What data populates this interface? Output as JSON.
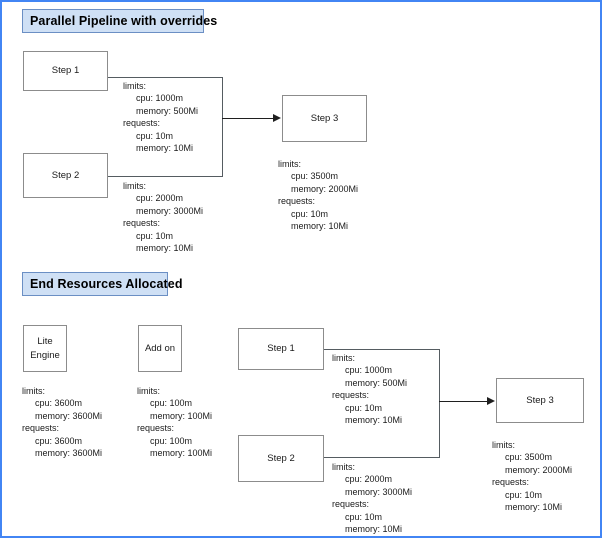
{
  "page": {
    "border_color": "#4285f4",
    "background": "#ffffff"
  },
  "sections": [
    {
      "id": "parallel-pipeline",
      "banner": {
        "label": "Parallel Pipeline with  overrides",
        "fill": "#cfe0f5",
        "border": "#6b8fc4"
      }
    },
    {
      "id": "end-resources-allocated",
      "banner": {
        "label": "End Resources Allocated",
        "fill": "#cfe0f5",
        "border": "#6b8fc4"
      }
    }
  ],
  "top_pipeline": {
    "step1": {
      "label": "Step 1",
      "spec": {
        "limits_label": "limits:",
        "limits_cpu": "cpu: 1000m",
        "limits_memory": "memory: 500Mi",
        "requests_label": "requests:",
        "requests_cpu": "cpu: 10m",
        "requests_memory": "memory: 10Mi"
      }
    },
    "step2": {
      "label": "Step 2",
      "spec": {
        "limits_label": "limits:",
        "limits_cpu": "cpu: 2000m",
        "limits_memory": "memory: 3000Mi",
        "requests_label": "requests:",
        "requests_cpu": "cpu: 10m",
        "requests_memory": "memory: 10Mi"
      }
    },
    "step3": {
      "label": "Step 3",
      "spec": {
        "limits_label": "limits:",
        "limits_cpu": "cpu: 3500m",
        "limits_memory": "memory: 2000Mi",
        "requests_label": "requests:",
        "requests_cpu": "cpu: 10m",
        "requests_memory": "memory: 10Mi"
      }
    }
  },
  "bottom_allocation": {
    "lite_engine": {
      "label_line1": "Lite",
      "label_line2": "Engine",
      "spec": {
        "limits_label": "limits:",
        "limits_cpu": "cpu: 3600m",
        "limits_memory": "memory: 3600Mi",
        "requests_label": "requests:",
        "requests_cpu": "cpu: 3600m",
        "requests_memory": "memory: 3600Mi"
      }
    },
    "add_on": {
      "label": "Add on",
      "spec": {
        "limits_label": "limits:",
        "limits_cpu": "cpu: 100m",
        "limits_memory": "memory: 100Mi",
        "requests_label": "requests:",
        "requests_cpu": "cpu: 100m",
        "requests_memory": "memory: 100Mi"
      }
    },
    "step1": {
      "label": "Step 1",
      "spec": {
        "limits_label": "limits:",
        "limits_cpu": "cpu: 1000m",
        "limits_memory": "memory: 500Mi",
        "requests_label": "requests:",
        "requests_cpu": "cpu: 10m",
        "requests_memory": "memory: 10Mi"
      }
    },
    "step2": {
      "label": "Step 2",
      "spec": {
        "limits_label": "limits:",
        "limits_cpu": "cpu: 2000m",
        "limits_memory": "memory: 3000Mi",
        "requests_label": "requests:",
        "requests_cpu": "cpu: 10m",
        "requests_memory": "memory: 10Mi"
      }
    },
    "step3": {
      "label": "Step 3",
      "spec": {
        "limits_label": "limits:",
        "limits_cpu": "cpu: 3500m",
        "limits_memory": "memory: 2000Mi",
        "requests_label": "requests:",
        "requests_cpu": "cpu: 10m",
        "requests_memory": "memory: 10Mi"
      }
    }
  }
}
